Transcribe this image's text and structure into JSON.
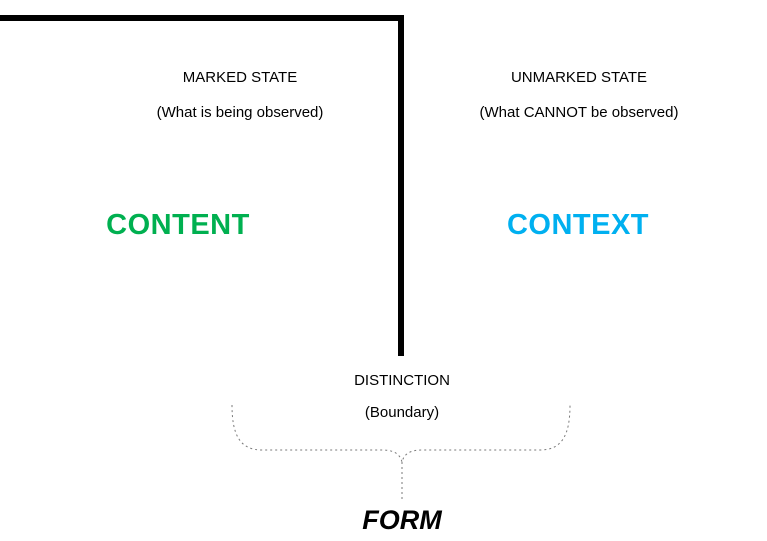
{
  "diagram": {
    "left": {
      "state_label": "MARKED STATE",
      "state_sub": "(What is being observed)",
      "word": "CONTENT",
      "word_color": "#00B050"
    },
    "right": {
      "state_label": "UNMARKED STATE",
      "state_sub": "(What CANNOT be observed)",
      "word": "CONTEXT",
      "word_color": "#00B0F0"
    },
    "boundary": {
      "label": "DISTINCTION",
      "sub": "(Boundary)"
    },
    "form_label": "FORM",
    "mark_color": "#000000"
  }
}
